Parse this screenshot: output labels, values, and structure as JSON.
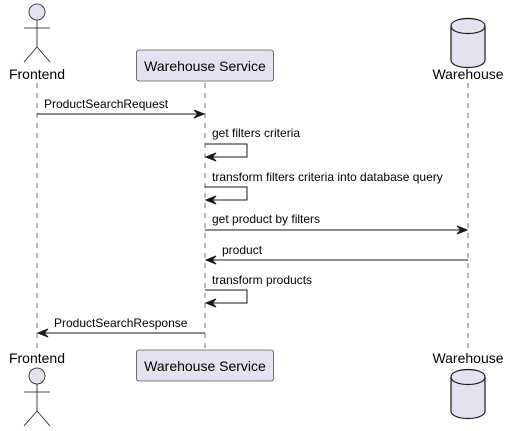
{
  "diagram": {
    "type": "sequence",
    "participants": [
      {
        "id": "frontend",
        "kind": "actor",
        "label": "Frontend"
      },
      {
        "id": "service",
        "kind": "participant",
        "label": "Warehouse Service"
      },
      {
        "id": "warehouse",
        "kind": "database",
        "label": "Warehouse"
      }
    ],
    "messages": [
      {
        "from": "frontend",
        "to": "service",
        "label": "ProductSearchRequest"
      },
      {
        "from": "service",
        "to": "service",
        "label": "get filters criteria"
      },
      {
        "from": "service",
        "to": "service",
        "label": "transform filters criteria into database query"
      },
      {
        "from": "service",
        "to": "warehouse",
        "label": "get product by filters"
      },
      {
        "from": "warehouse",
        "to": "service",
        "label": "product"
      },
      {
        "from": "service",
        "to": "service",
        "label": "transform products"
      },
      {
        "from": "service",
        "to": "frontend",
        "label": "ProductSearchResponse"
      }
    ],
    "colors": {
      "participant_fill": "#E2E2F0",
      "participant_border": "#181818",
      "lifeline": "#181818",
      "arrow": "#181818"
    }
  }
}
